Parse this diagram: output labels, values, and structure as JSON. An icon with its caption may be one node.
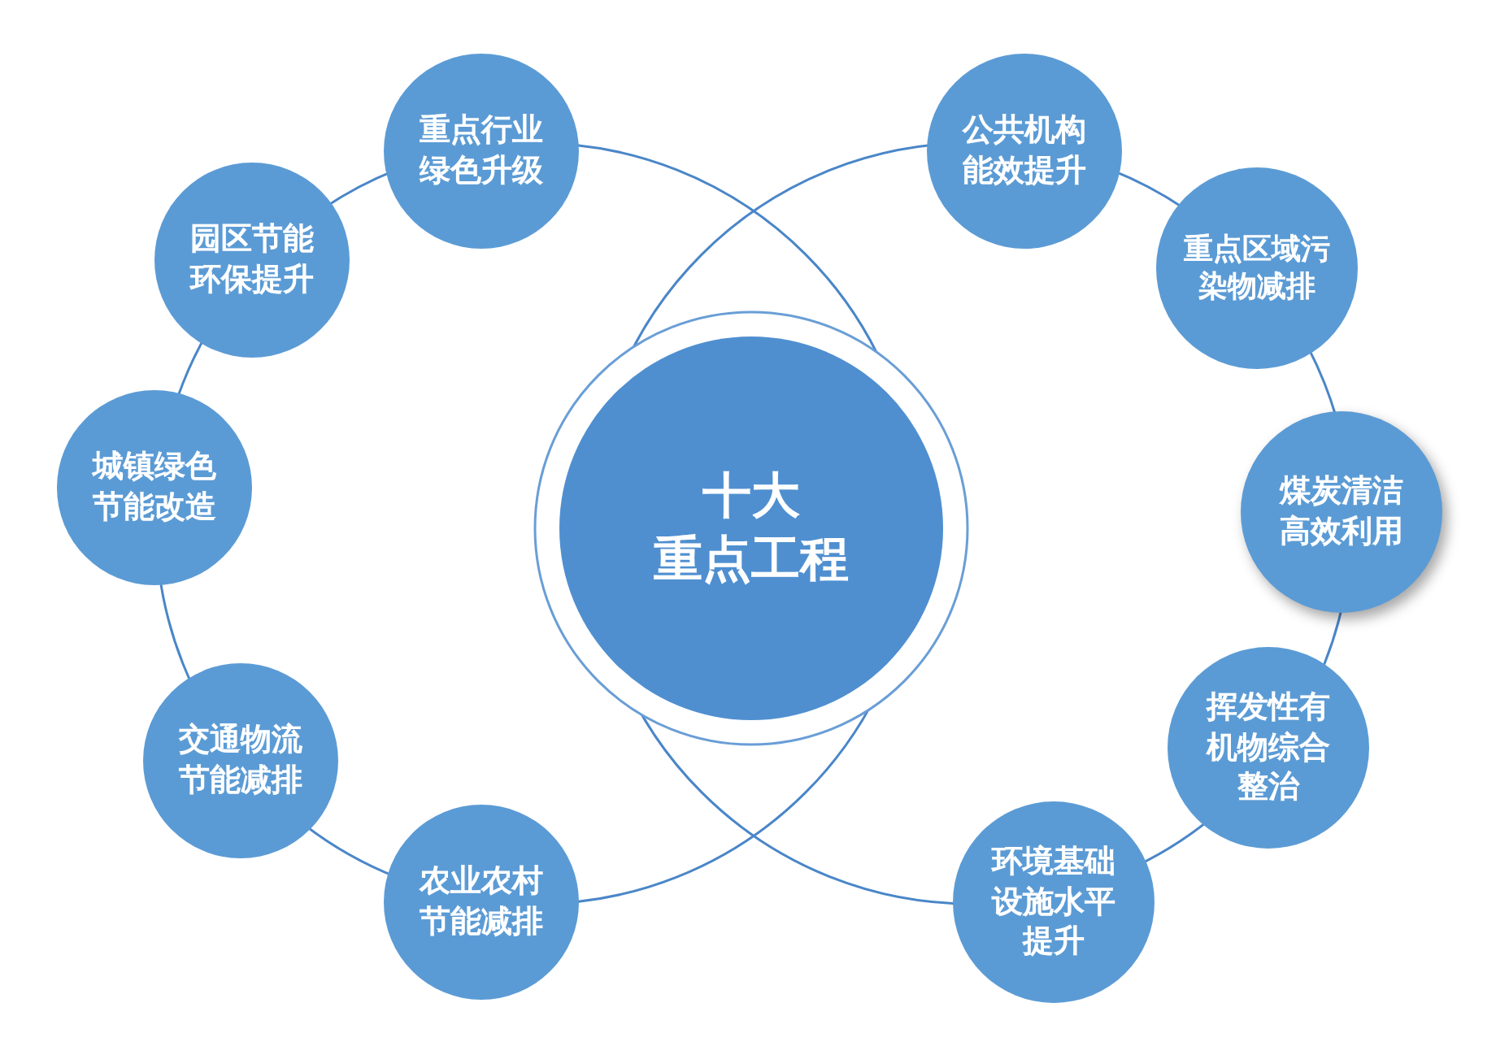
{
  "diagram": {
    "nodes": [
      {
        "text": [
          "十大",
          "重点工程"
        ]
      },
      {
        "text": [
          "重点行业绿色升级"
        ]
      },
      {
        "text": [
          "园区节能环保提升"
        ]
      },
      {
        "text": [
          "城镇绿色节能改造"
        ]
      },
      {
        "text": [
          "交通物流节能减排"
        ]
      },
      {
        "text": [
          "农业农村节能减排"
        ]
      },
      {
        "text": [
          "公共机构能效提升"
        ]
      },
      {
        "text": [
          "重点区域污染物减排"
        ]
      },
      {
        "text": [
          "煤炭清洁高效利用"
        ]
      },
      {
        "text": [
          "挥发性有机物综合整治"
        ]
      },
      {
        "text": [
          "环境基础设施水平提升"
        ]
      }
    ]
  }
}
